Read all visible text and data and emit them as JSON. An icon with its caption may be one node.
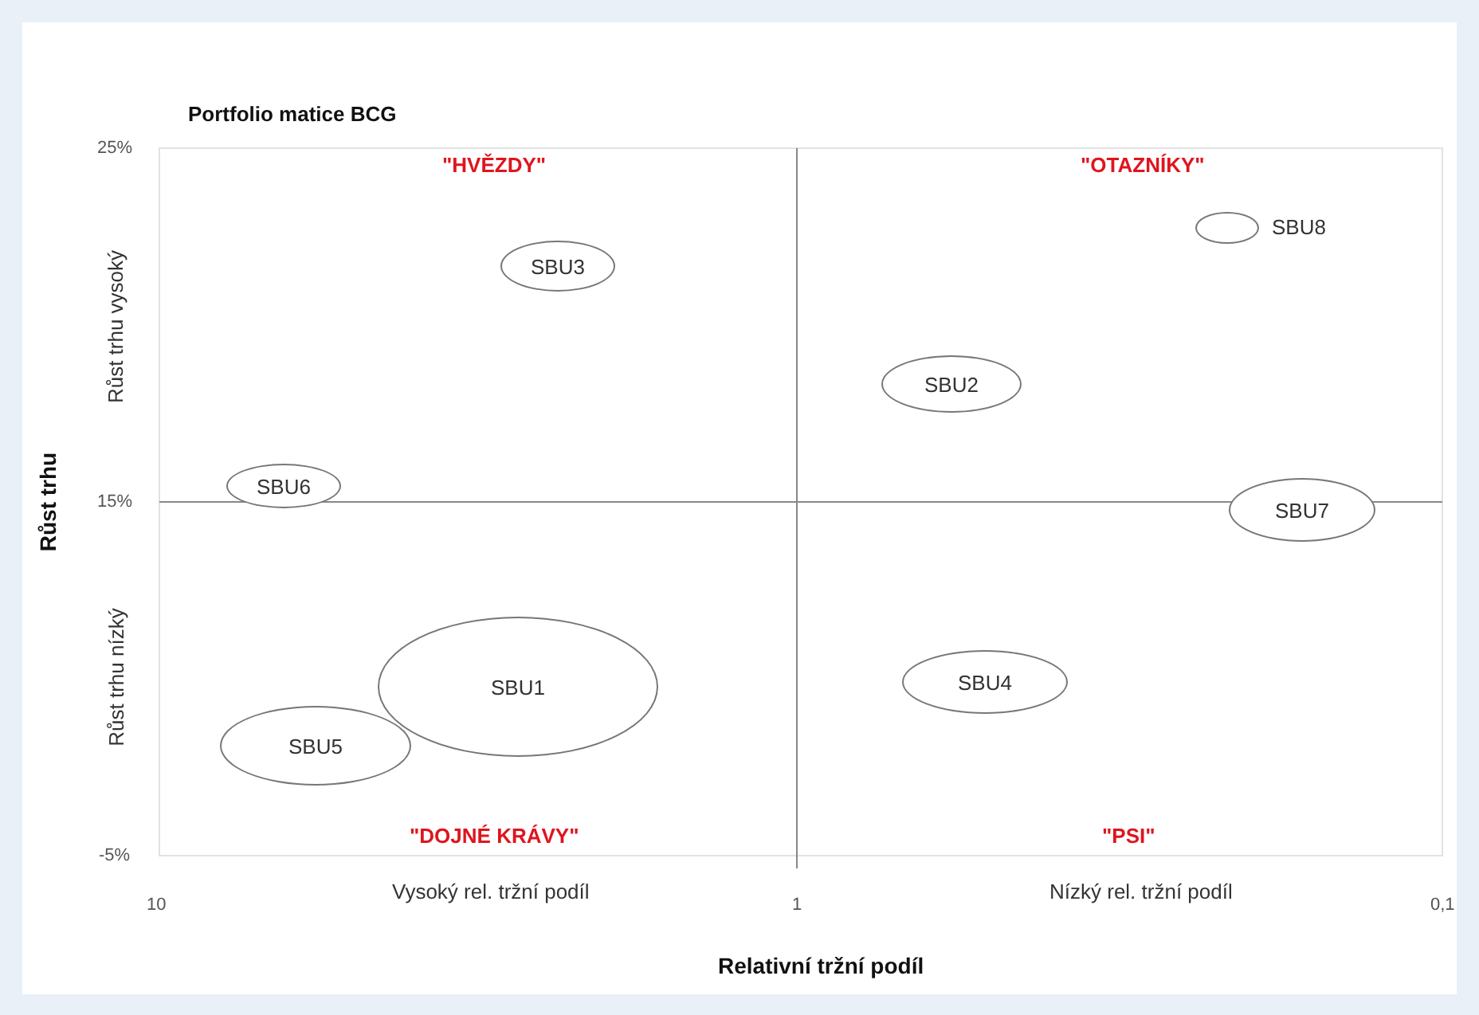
{
  "diagram": {
    "title": "Portfolio matice BCG",
    "nodes": [
      {
        "text": [
          "SBU3"
        ]
      },
      {
        "text": [],
        "shape": "ellipse",
        "beside": [
          "SBU8"
        ]
      },
      {
        "text": [
          "SBU2"
        ]
      },
      {
        "text": [
          "SBU6"
        ]
      },
      {
        "text": [
          "SBU7"
        ]
      },
      {
        "text": [
          "SBU1"
        ]
      },
      {
        "text": [
          "SBU4"
        ]
      },
      {
        "text": [
          "SBU5"
        ]
      }
    ],
    "edges": [],
    "labels": [
      "25%",
      "\"HVĚZDY\"",
      "\"OTAZNÍKY\"",
      "Růst trhu vysoký",
      "Růst trhu",
      "15%",
      "Růst trhu nízký",
      "\"DOJNÉ KRÁVY\"",
      "\"PSI\"",
      "-5%",
      "10",
      "Vysoký rel. tržní podíl",
      "1",
      "Nízký rel. tržní podíl",
      "0,1",
      "Relativní tržní podíl"
    ]
  }
}
